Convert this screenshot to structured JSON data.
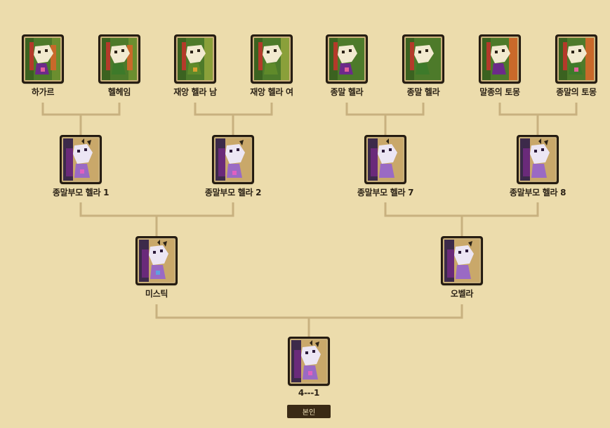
{
  "nodes": {
    "g1": "하가르",
    "g2": "헬헤임",
    "g3": "재앙 헬라 남",
    "g4": "재앙 헬라 여",
    "g5": "종말 헬라",
    "g6": "종말 헬라",
    "g7": "말종의 토몽",
    "g8": "종말의 토몽",
    "p1": "종말부모 헬라 1",
    "p2": "종말부모 헬라 2",
    "p3": "종말부모 헬라 7",
    "p4": "종말부모 헬라 8",
    "m1": "미스틱",
    "m2": "오벨라",
    "self": "4---1"
  },
  "badge": "본인",
  "colors": {
    "background": "#ecdcac",
    "line": "#c8b17f",
    "badge_bg": "#3a2a15",
    "card_border": "#2a2015"
  }
}
